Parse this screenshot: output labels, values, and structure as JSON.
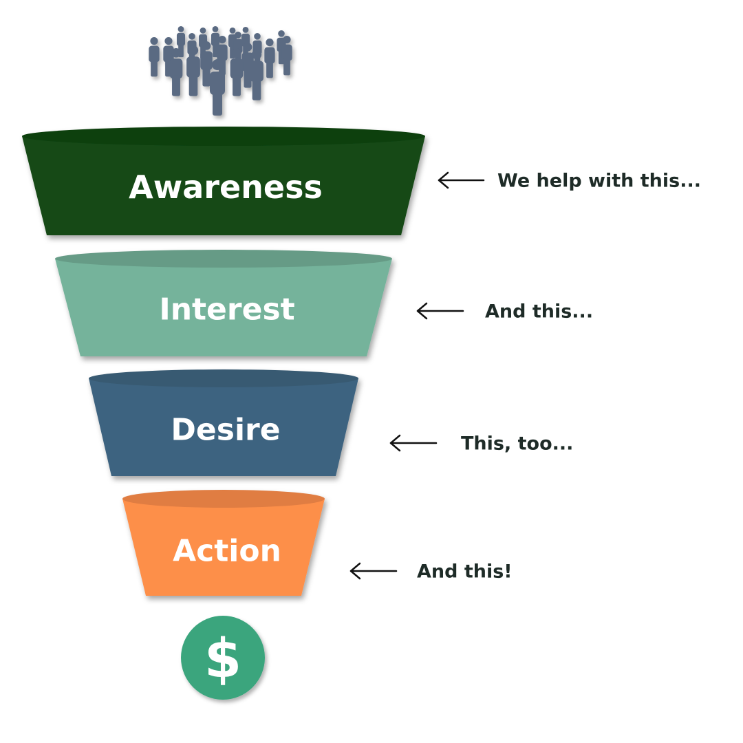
{
  "stages": [
    {
      "label": "Awareness",
      "color": "#134a14",
      "rim": "#103f11",
      "note": "We help with this..."
    },
    {
      "label": "Interest",
      "color": "#74b39b",
      "rim": "#669b86",
      "note": "And this..."
    },
    {
      "label": "Desire",
      "color": "#3e6480",
      "rim": "#375a72",
      "note": "This, too..."
    },
    {
      "label": "Action",
      "color": "#fd8f4a",
      "rim": "#e07d42",
      "note": "And this!"
    }
  ],
  "people_icon": "crowd-icon",
  "arrow_icon": "left-arrow-icon",
  "dollar": {
    "symbol": "$",
    "color": "#3aa57d"
  }
}
